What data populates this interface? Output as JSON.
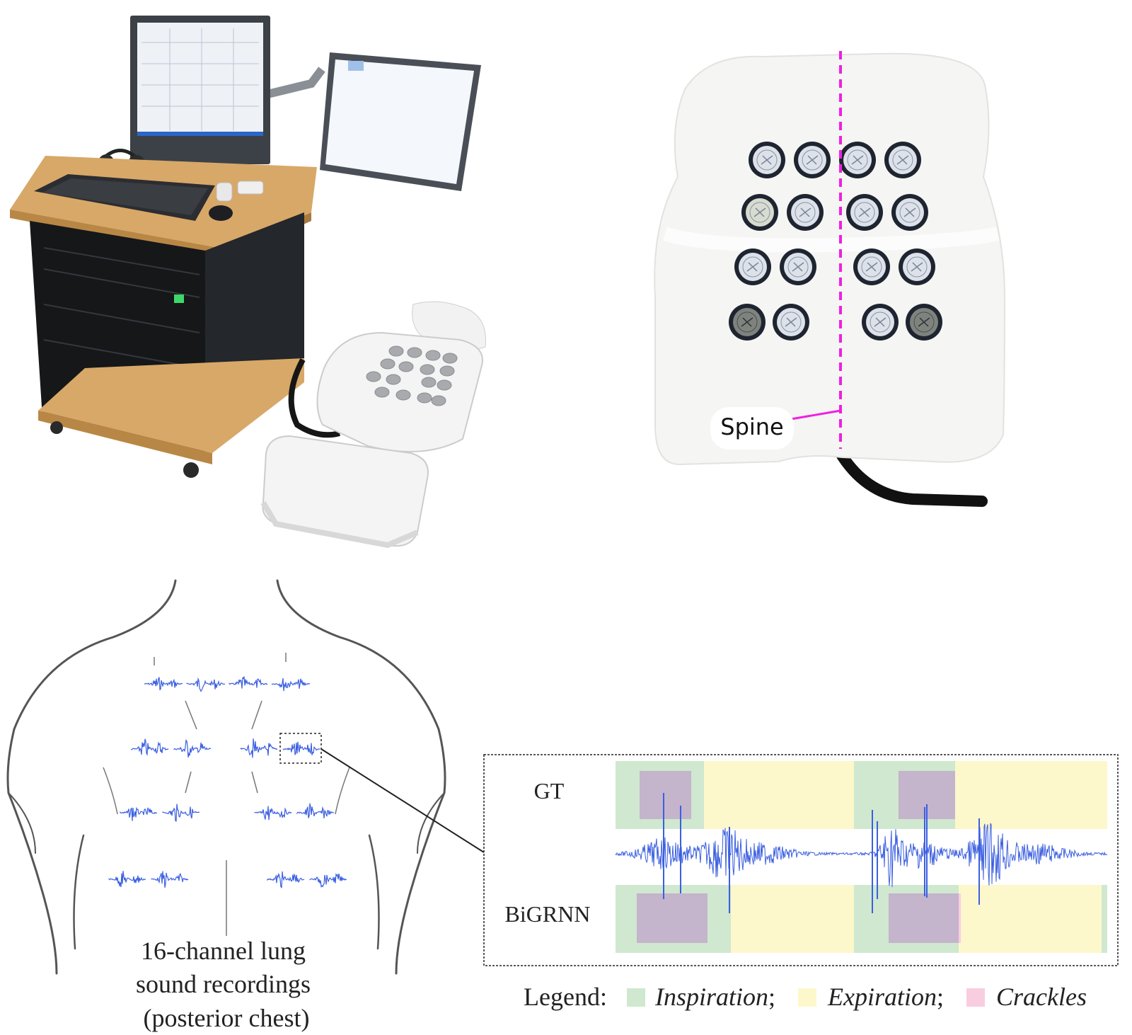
{
  "spine_label": "Spine",
  "chest_caption": [
    "16-channel lung",
    "sound recordings",
    "(posterior chest)"
  ],
  "zoom_panel": {
    "row_labels": {
      "gt": "GT",
      "prediction": "BiGRNN"
    }
  },
  "legend": {
    "prefix": "Legend:",
    "items": [
      {
        "label": "Inspiration",
        "color": "#cfe8cf",
        "suffix": ";"
      },
      {
        "label": "Expiration",
        "color": "#fdf7cc",
        "suffix": ";"
      },
      {
        "label": "Crackles",
        "color": "#f9cde0",
        "suffix": ""
      }
    ]
  },
  "colors": {
    "waveform": "#3b5fe0",
    "spine_line": "#f020e0",
    "crackle_overlay": "#c4b4cc",
    "chest_outline": "#555555"
  },
  "illustrations": {
    "photo_left": "lung-sound-recording-station-photo",
    "photo_right": "sixteen-sensor-back-cushion-photo"
  }
}
